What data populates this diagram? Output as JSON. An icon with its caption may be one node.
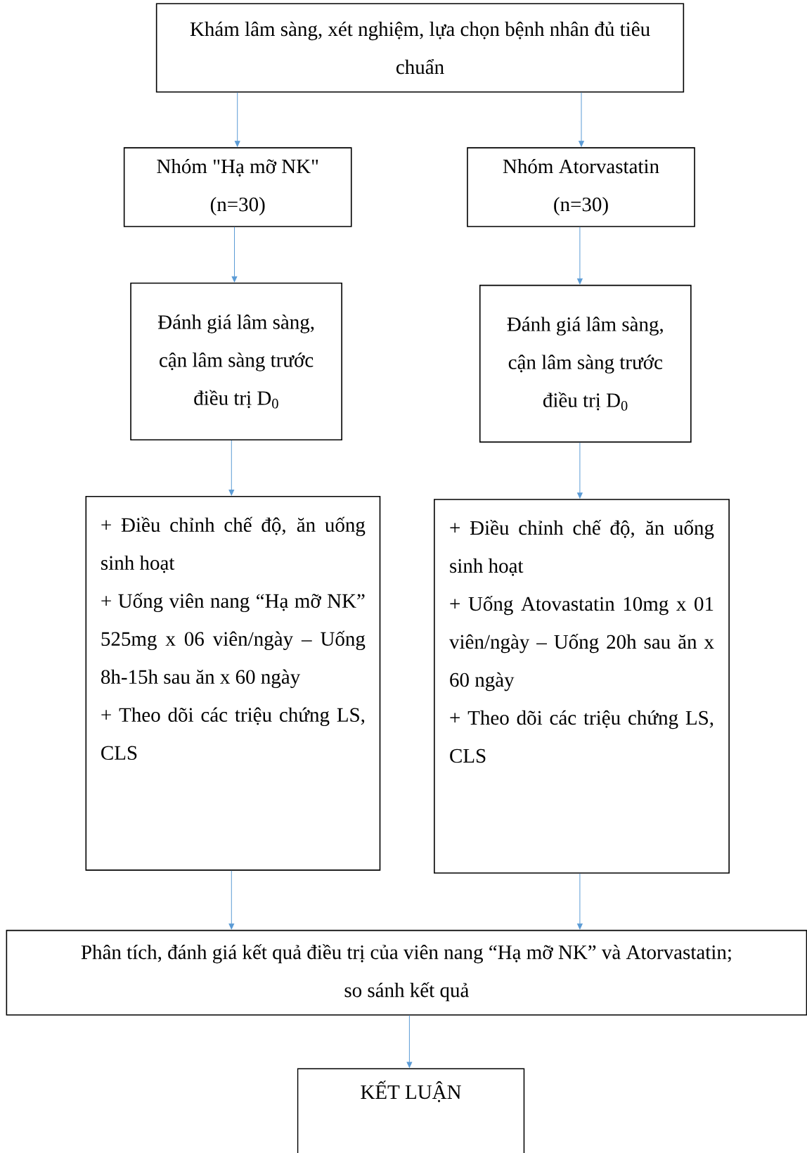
{
  "diagram": {
    "nodes": [
      {
        "text": [
          "Khám lâm sàng, xét nghiệm, lựa chọn bệnh nhân đủ tiêu chuẩn"
        ]
      },
      {
        "text": [
          "Nhóm \"Hạ mỡ NK\" (n=30)"
        ]
      },
      {
        "text": [
          "Nhóm Atorvastatin (n=30)"
        ]
      },
      {
        "text": [
          "Đánh giá lâm sàng, cận lâm sàng trước điều trị D$_{0}$"
        ]
      },
      {
        "text": [
          "Đánh giá lâm sàng, cận lâm sàng trước điều trị D$_{0}$"
        ]
      },
      {
        "text": [
          "+ Điều chỉnh chế độ, ăn uống sinh hoạt",
          "+ Uống viên nang “Hạ mỡ NK” 525mg x 06 viên/ngày – Uống 8h-15h sau ăn x 60 ngày",
          "+ Theo dõi các triệu chứng LS, CLS"
        ]
      },
      {
        "text": [
          "+ Điều chỉnh chế độ, ăn uống sinh hoạt",
          "+ Uống Atovastatin 10mg x 01 viên/ngày – Uống 20h sau ăn x 60 ngày",
          "+ Theo dõi các triệu chứng LS, CLS"
        ]
      },
      {
        "text": [
          "Phân tích, đánh giá kết quả điều trị của viên nang “Hạ mỡ NK” và Atorvastatin; so sánh kết quả"
        ]
      },
      {
        "text": [
          "KẾT LUẬN"
        ]
      }
    ],
    "edges": [
      {
        "from": 0,
        "to": 1,
        "arrow": "to"
      },
      {
        "from": 0,
        "to": 2,
        "arrow": "to"
      },
      {
        "from": 1,
        "to": 3,
        "arrow": "to"
      },
      {
        "from": 2,
        "to": 4,
        "arrow": "to"
      },
      {
        "from": 3,
        "to": 5,
        "arrow": "to"
      },
      {
        "from": 4,
        "to": 6,
        "arrow": "to"
      },
      {
        "from": 5,
        "to": 7,
        "arrow": "to"
      },
      {
        "from": 6,
        "to": 7,
        "arrow": "to"
      },
      {
        "from": 7,
        "to": 8,
        "arrow": "to"
      }
    ]
  }
}
